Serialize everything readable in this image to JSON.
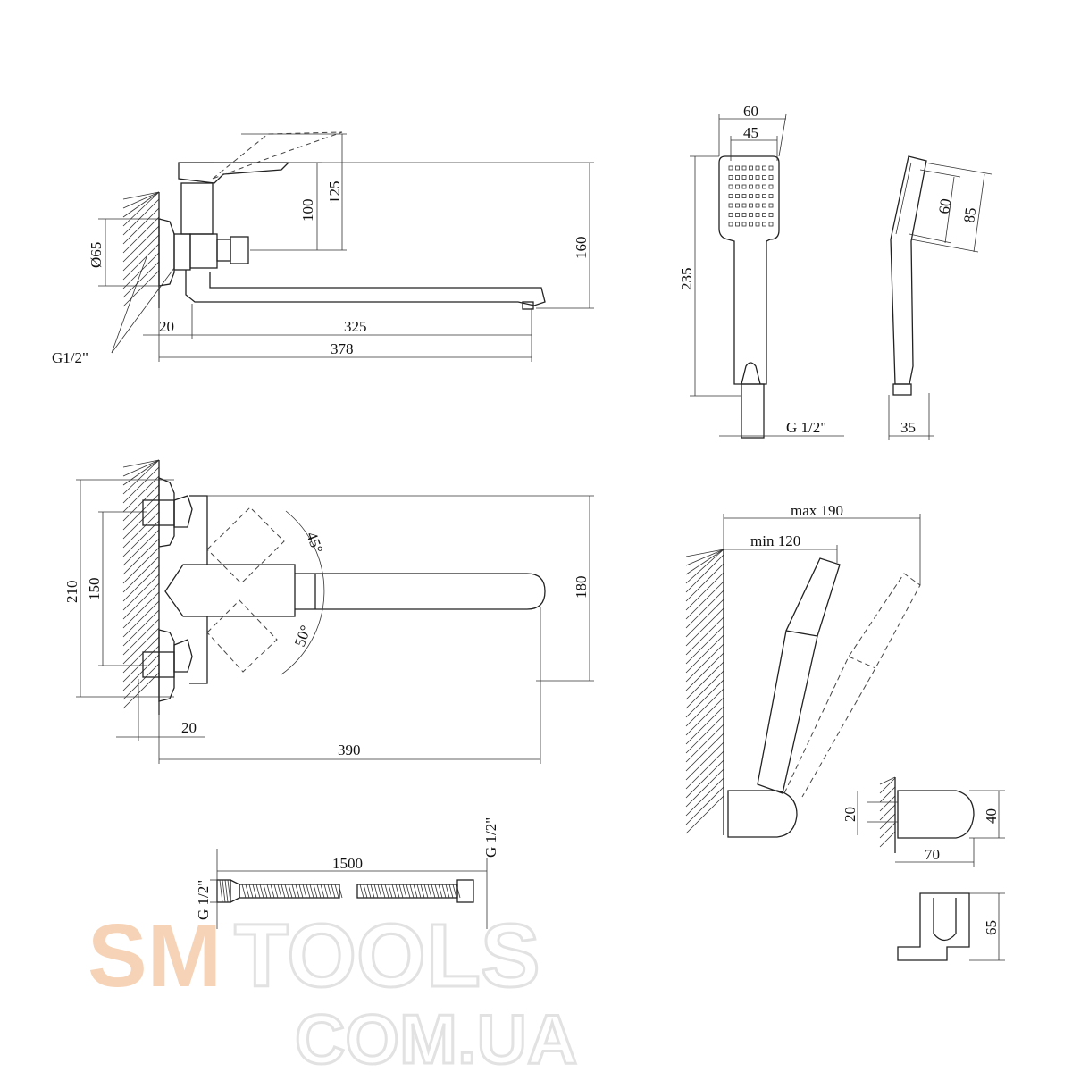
{
  "watermark": {
    "brand_a": "SM",
    "brand_b": "TOOLS",
    "domain": "COM.UA",
    "color_a": "#f6d3b6",
    "color_b": "#e6e6e6"
  },
  "side_view": {
    "dim_lever": "125",
    "dim_body": "100",
    "dim_total_height": "160",
    "dim_flange": "Ø65",
    "thread": "G1/2\"",
    "dim_offset": "20",
    "dim_spout": "325",
    "dim_total_length": "378"
  },
  "shower_head_front": {
    "dim_width": "60",
    "dim_face": "45",
    "dim_length": "235",
    "thread": "G 1/2\""
  },
  "shower_head_side": {
    "dim_face": "60",
    "dim_head": "85",
    "dim_depth": "35"
  },
  "top_view": {
    "dim_outer": "210",
    "dim_centers": "150",
    "angle_a": "45°",
    "angle_b": "50°",
    "dim_depth": "180",
    "dim_offset": "20",
    "dim_length": "390"
  },
  "holder_view": {
    "dim_max": "max 190",
    "dim_min": "min 120"
  },
  "bracket": {
    "dim_screws": "20",
    "dim_height": "40",
    "dim_length": "70",
    "dim_bottom": "65"
  },
  "hose": {
    "dim_length": "1500",
    "thread_left": "G 1/2\"",
    "thread_right": "G 1/2\""
  }
}
